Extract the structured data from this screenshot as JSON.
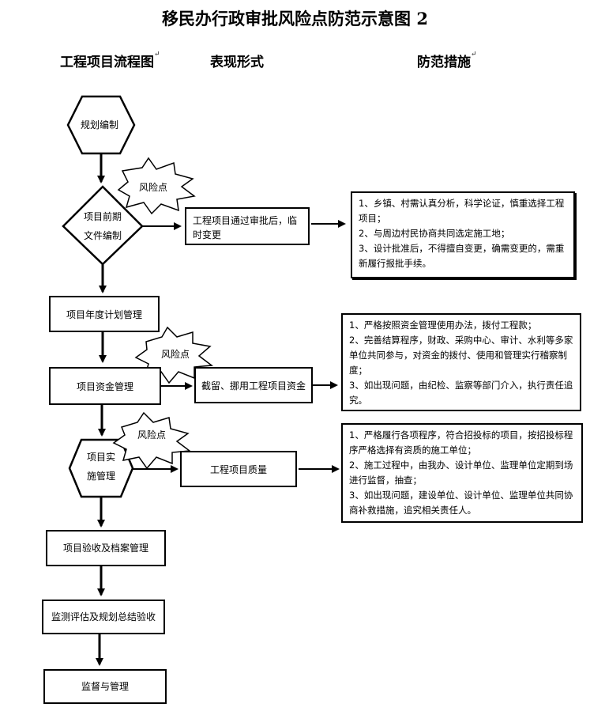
{
  "title": "移民办行政审批风险点防范示意图 2",
  "columns": {
    "flow": "工程项目流程图",
    "form": "表现形式",
    "measures": "防范措施"
  },
  "flow_steps": {
    "plan": "规划编制",
    "prelim_1": "项目前期",
    "prelim_2": "文件编制",
    "annual": "项目年度计划管理",
    "funds": "项目资金管理",
    "impl_1": "项目实",
    "impl_2": "施管理",
    "accept": "项目验收及档案管理",
    "evaluate": "监测评估及规划总结验收",
    "supervise": "监督与管理"
  },
  "risk_label": "风险点",
  "forms": {
    "change": "工程项目通过审批后，临时变更",
    "divert": "截留、挪用工程项目资金",
    "quality": "工程项目质量"
  },
  "measures": {
    "m1": [
      "1、乡镇、村需认真分析，科学论证，慎重选择工程项目；",
      "2、与周边村民协商共同选定施工地；",
      "3、设计批准后，不得擅自变更，确需变更的，需重新履行报批手续。"
    ],
    "m2": [
      "1、严格按照资金管理使用办法，拨付工程款；",
      "2、完善结算程序，财政、采购中心、审计、水利等多家单位共同参与，对资金的拨付、使用和管理实行稽察制度；",
      "3、如出现问题，由纪检、监察等部门介入，执行责任追究。"
    ],
    "m3": [
      "1、严格履行各项程序，符合招投标的项目，按招投标程序严格选择有资质的施工单位；",
      "2、施工过程中，由我办、设计单位、监理单位定期到场进行监督，抽查；",
      "3、如出现问题，建设单位、设计单位、监理单位共同协商补救措施，追究相关责任人。"
    ]
  },
  "colors": {
    "line": "#000000",
    "fill": "#ffffff"
  }
}
